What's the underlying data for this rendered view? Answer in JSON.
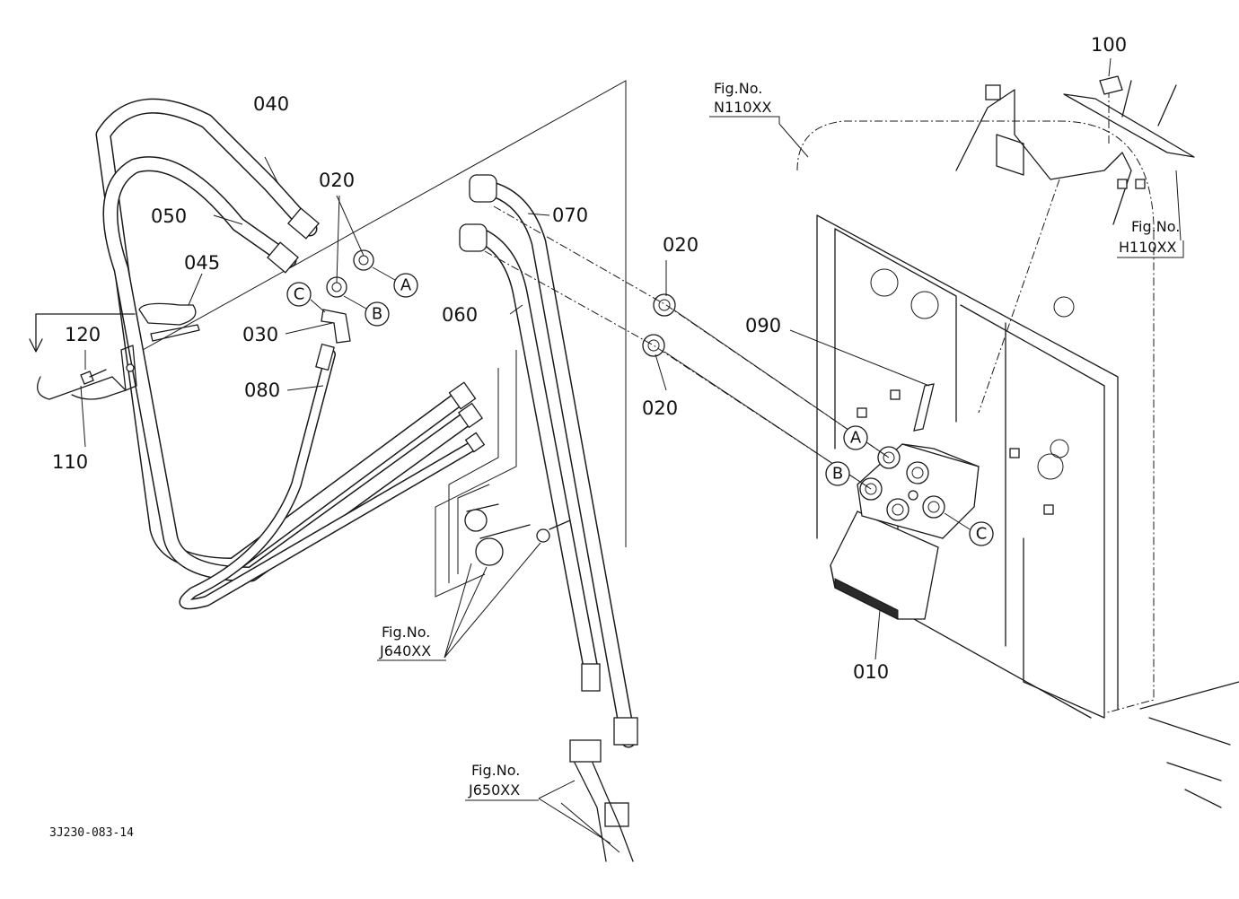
{
  "parts": {
    "p010": "010",
    "p020a": "020",
    "p020b": "020",
    "p020c": "020",
    "p030": "030",
    "p040": "040",
    "p045": "045",
    "p050": "050",
    "p060": "060",
    "p070": "070",
    "p080": "080",
    "p090": "090",
    "p100": "100",
    "p110": "110",
    "p120": "120"
  },
  "references": {
    "n110": {
      "line1": "Fig.No.",
      "line2": "N110XX"
    },
    "h110": {
      "line1": "Fig.No.",
      "line2": "H110XX"
    },
    "j640": {
      "line1": "Fig.No.",
      "line2": "J640XX"
    },
    "j650": {
      "line1": "Fig.No.",
      "line2": "J650XX"
    }
  },
  "ports": {
    "left_a": "A",
    "left_b": "B",
    "left_c": "C",
    "right_a": "A",
    "right_b": "B",
    "right_c": "C"
  },
  "drawing_code": "3J230-083-14"
}
